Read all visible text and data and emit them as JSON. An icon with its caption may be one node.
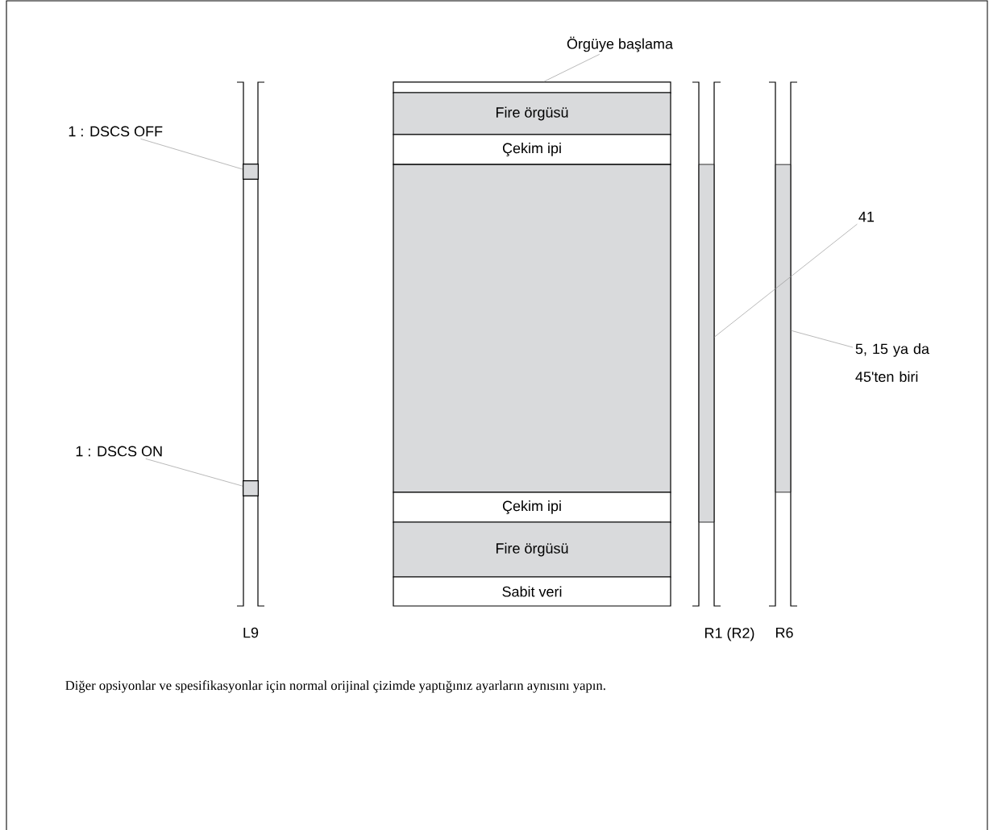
{
  "diagram": {
    "caption": "Diğer opsiyonlar ve spesifikasyonlar için normal orijinal çizimde yaptığınız ayarların aynısını yapın.",
    "nodes": [
      {
        "text": [
          "1 : DSCS OFF"
        ]
      },
      {
        "text": [],
        "shape": "box"
      },
      {
        "text": [
          "1 : DSCS ON"
        ]
      },
      {
        "text": [],
        "shape": "box"
      },
      {
        "text": [
          "Örgüye başlama"
        ]
      },
      {
        "text": [],
        "shape": "box"
      },
      {
        "text": [
          "Fire örgüsü"
        ]
      },
      {
        "text": [
          "Çekim ipi"
        ]
      },
      {
        "text": [],
        "shape": "box"
      },
      {
        "text": [
          "Çekim ipi"
        ]
      },
      {
        "text": [
          "Fire örgüsü"
        ]
      },
      {
        "text": [
          "Sabit veri"
        ]
      },
      {
        "text": [
          "41"
        ]
      },
      {
        "text": [],
        "shape": "bar"
      },
      {
        "text": [
          "5, 15 ya da 45'ten biri"
        ]
      },
      {
        "text": [],
        "shape": "bar"
      }
    ],
    "edges": [
      {
        "from": 0,
        "to": 1,
        "arrow": "none"
      },
      {
        "from": 2,
        "to": 3,
        "arrow": "none"
      },
      {
        "from": 4,
        "to": 5,
        "arrow": "none"
      },
      {
        "from": 12,
        "to": 13,
        "arrow": "none"
      },
      {
        "from": 14,
        "to": 15,
        "arrow": "none"
      }
    ],
    "labels": [
      "L9",
      "R1 (R2)",
      "R6"
    ]
  }
}
